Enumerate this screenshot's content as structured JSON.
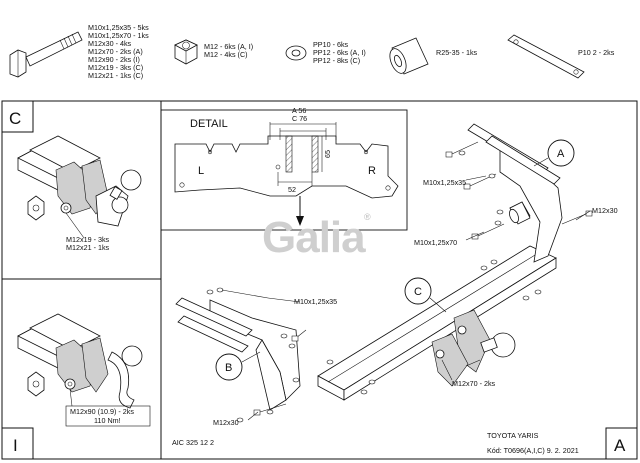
{
  "parts": {
    "bolts": [
      "M10x1,25x35 - 5ks",
      "M10x1,25x70 - 1ks",
      "M12x30 - 4ks",
      "M12x70 - 2ks (A)",
      "M12x90 - 2ks (I)",
      "M12x19 - 3ks (C)",
      "M12x21 - 1ks (C)"
    ],
    "nuts": [
      "M12 - 6ks (A, I)",
      "M12 - 4ks (C)"
    ],
    "washers": [
      "PP10 - 6ks",
      "PP12 - 6ks (A, I)",
      "PP12 - 8ks (C)"
    ],
    "spacer": "R25-35 - 1ks",
    "plate": "P10 2 - 2ks"
  },
  "panels": {
    "c": {
      "letter": "C",
      "labels": [
        "M12x19 - 3ks",
        "M12x21 - 1ks"
      ]
    },
    "i": {
      "letter": "I",
      "labels": [
        "M12x90 (10.9) - 2ks",
        "110 Nm!"
      ]
    },
    "a": {
      "letter": "A"
    }
  },
  "detail": {
    "title": "DETAIL",
    "dim_a": "A 56",
    "dim_c": "C 76",
    "dim_height": "65",
    "dim_width": "52",
    "left": "L",
    "right": "R"
  },
  "logo": {
    "text": "Galia",
    "mark": "®"
  },
  "callouts": {
    "a": "A",
    "b": "B",
    "c": "C"
  },
  "main_labels": {
    "m10x35_top": "M10x1,25x35",
    "m12x30_right": "M12x30",
    "m10x70": "M10x1,25x70",
    "m10x35_left": "M10x1,25x35",
    "m12x70": "M12x70 - 2ks",
    "m12x30_bottom": "M12x30"
  },
  "footer": {
    "code": "AIC 325 12 2",
    "model": "TOYOTA YARIS",
    "kod": "Kód: T0696(A,I,C)  9. 2. 2021"
  }
}
